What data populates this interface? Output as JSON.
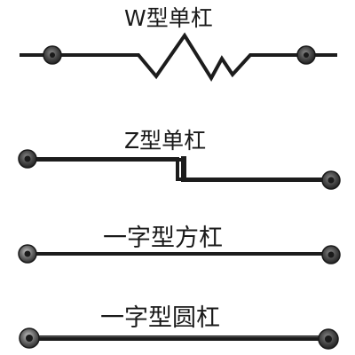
{
  "products": [
    {
      "id": "w-bar",
      "label": "W型单杠",
      "bar_color": "#1c1c1c",
      "flange_color": "#3a3a3a"
    },
    {
      "id": "z-bar",
      "label": "Z型单杠",
      "bar_color": "#1c1c1c",
      "flange_color": "#3a3a3a"
    },
    {
      "id": "square-bar",
      "label": "一字型方杠",
      "bar_color": "#1c1c1c",
      "flange_color": "#3a3a3a"
    },
    {
      "id": "round-bar",
      "label": "一字型圆杠",
      "bar_color": "#1c1c1c",
      "flange_color": "#3a3a3a"
    }
  ]
}
